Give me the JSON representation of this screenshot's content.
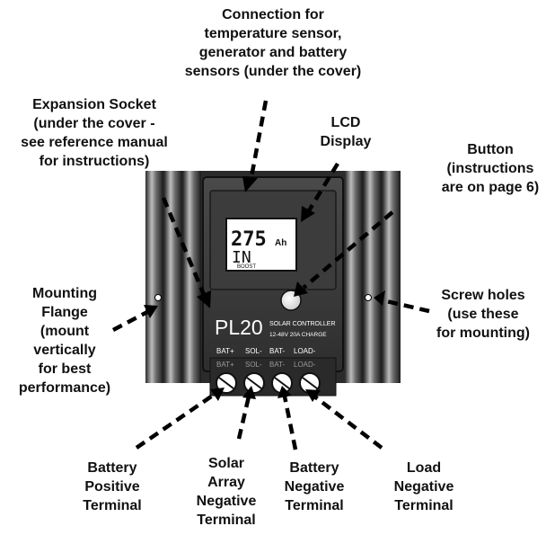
{
  "callouts": {
    "connection": [
      "Connection for",
      "temperature sensor,",
      "generator and battery",
      "sensors (under the cover)"
    ],
    "expansion": [
      "Expansion Socket",
      "(under the cover -",
      "see reference manual",
      "for instructions)"
    ],
    "lcd": [
      "LCD",
      "Display"
    ],
    "button": [
      "Button",
      "(instructions",
      "are on page 6)"
    ],
    "mounting": [
      "Mounting",
      "Flange",
      "(mount",
      "vertically",
      "for best",
      "performance)"
    ],
    "screw": [
      "Screw holes",
      "(use these",
      "for mounting)"
    ],
    "bat_pos": [
      "Battery",
      "Positive",
      "Terminal"
    ],
    "solar": [
      "Solar",
      "Array",
      "Negative",
      "Terminal"
    ],
    "bat_neg": [
      "Battery",
      "Negative",
      "Terminal"
    ],
    "load": [
      "Load",
      "Negative",
      "Terminal"
    ]
  },
  "device": {
    "lcd_value": "275",
    "lcd_unit": "Ah",
    "lcd_status": "IN",
    "lcd_mode": "BOOST",
    "model": "PL20",
    "product": "SOLAR CONTROLLER",
    "spec": "12-48V  20A CHARGE",
    "terminal_labels": [
      "BAT+",
      "SOL-",
      "BAT-",
      "LOAD-"
    ]
  },
  "colors": {
    "body": "#3a3a3a",
    "fin_light": "#b5b5b5",
    "fin_dark": "#1c1c1c",
    "lcd": "#ffffff",
    "text": "#111111"
  }
}
